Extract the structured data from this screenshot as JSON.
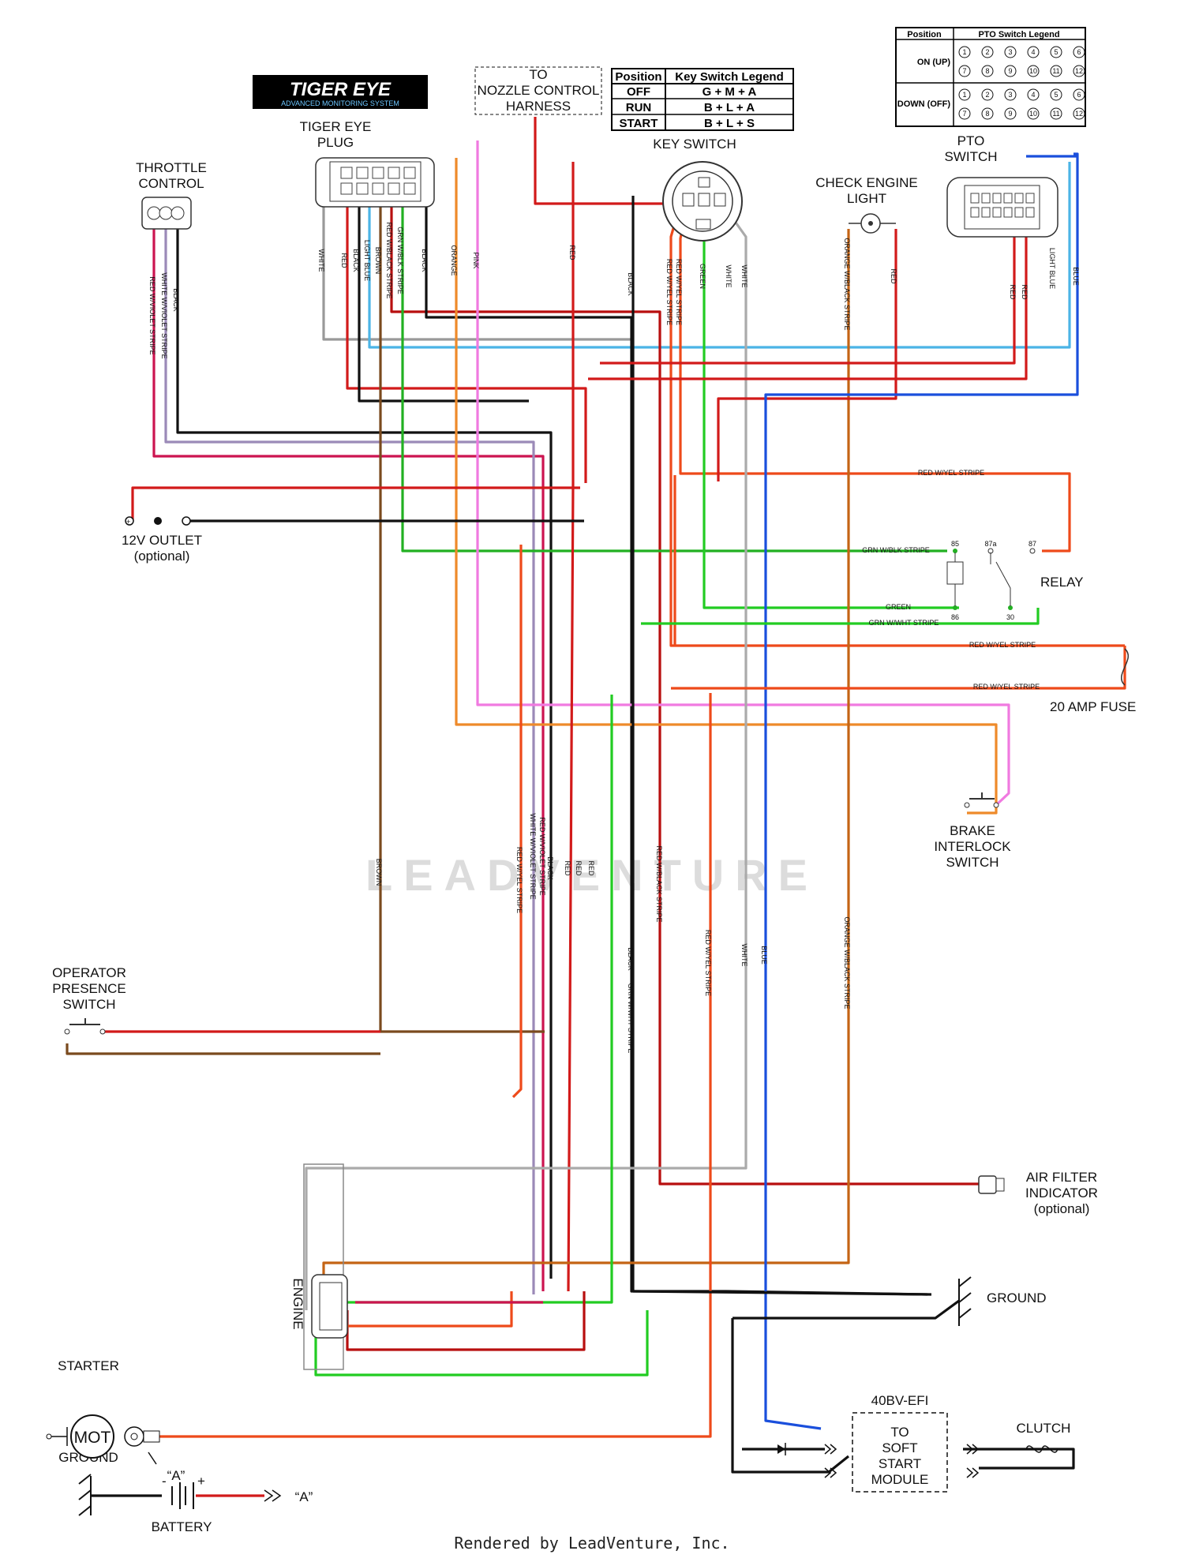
{
  "header": {
    "logo_text": "TIGER EYE",
    "logo_subtitle": "ADVANCED MONITORING SYSTEM"
  },
  "components": {
    "tiger_eye_plug": "TIGER EYE\nPLUG",
    "throttle_control": "THROTTLE\nCONTROL",
    "nozzle_harness": "TO\nNOZZLE CONTROL\nHARNESS",
    "key_switch": "KEY SWITCH",
    "check_engine_light": "CHECK ENGINE\nLIGHT",
    "pto_switch": "PTO\nSWITCH",
    "outlet": "12V OUTLET\n(optional)",
    "relay": "RELAY",
    "fuse": "20 AMP FUSE",
    "brake_interlock": "BRAKE\nINTERLOCK\nSWITCH",
    "operator_presence": "OPERATOR\nPRESENCE\nSWITCH",
    "air_filter": "AIR FILTER\nINDICATOR\n(optional)",
    "engine": "ENGINE",
    "ground_right": "GROUND",
    "starter": "STARTER",
    "starter_body": "MOT",
    "starter_terminal": "“A”",
    "ground_left": "GROUND",
    "battery": "BATTERY",
    "battery_terminal": "“A”",
    "soft_start_model": "40BV-EFI",
    "soft_start": "TO\nSOFT\nSTART\nMODULE",
    "clutch": "CLUTCH"
  },
  "key_switch_legend": {
    "headers": [
      "Position",
      "Key Switch Legend"
    ],
    "rows": [
      [
        "OFF",
        "G + M + A"
      ],
      [
        "RUN",
        "B + L + A"
      ],
      [
        "START",
        "B + L + S"
      ]
    ]
  },
  "pto_legend": {
    "headers": [
      "Position",
      "PTO Switch Legend"
    ],
    "rows": [
      {
        "label": "ON (UP)",
        "pins": [
          "1",
          "2",
          "3",
          "4",
          "5",
          "6",
          "7",
          "8",
          "9",
          "10",
          "11",
          "12"
        ]
      },
      {
        "label": "DOWN (OFF)",
        "pins": [
          "1",
          "2",
          "3",
          "4",
          "5",
          "6",
          "7",
          "8",
          "9",
          "10",
          "11",
          "12"
        ]
      }
    ]
  },
  "relay_pins": [
    "85",
    "87a",
    "87",
    "86",
    "30"
  ],
  "wire_labels": {
    "white": "WHITE",
    "red": "RED",
    "black": "BLACK",
    "light_blue": "LIGHT BLUE",
    "brown": "BROWN",
    "red_black": "RED W/BLACK STRIPE",
    "grn_blk": "GRN W/BLK STRIPE",
    "orange": "ORANGE",
    "pink": "PINK",
    "red_violet": "RED W/VIOLET STRIPE",
    "white_violet": "WHITE W/VIOLET STRIPE",
    "red_yel": "RED W/YEL STRIPE",
    "green": "GREEN",
    "orange_black": "ORANGE W/BLACK STRIPE",
    "blue": "BLUE",
    "grn_wht": "GRN W/WHT STRIPE"
  },
  "footer": "Rendered by LeadVenture, Inc.",
  "watermark": "LEADVENTURE"
}
